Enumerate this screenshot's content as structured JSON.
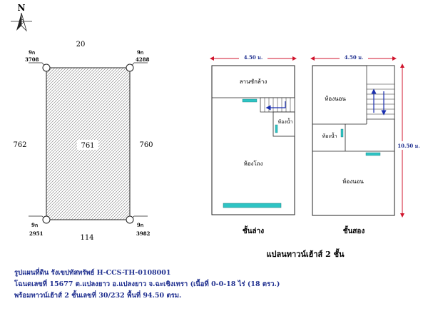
{
  "compass": {
    "label": "N"
  },
  "site_plan": {
    "plot_number": "761",
    "neighbors": {
      "top": "20",
      "left": "762",
      "right": "760",
      "bottom": "114"
    },
    "corners": [
      {
        "label": "9ก",
        "number": "3708"
      },
      {
        "label": "9ก",
        "number": "4288"
      },
      {
        "label": "9ก",
        "number": "2951"
      },
      {
        "label": "9ก",
        "number": "3982"
      }
    ]
  },
  "floor_plan": {
    "width_label": "4.50 ม.",
    "depth_label": "10.50 ม.",
    "ground_floor": {
      "caption": "ชั้นล่าง",
      "rooms": {
        "laundry": "ลานซักล้าง",
        "bathroom": "ห้องน้ำ",
        "hall": "ห้องโถง"
      }
    },
    "second_floor": {
      "caption": "ชั้นสอง",
      "rooms": {
        "bedroom_front": "ห้องนอน",
        "bathroom": "ห้องน้ำ",
        "bedroom_back": "ห้องนอน"
      }
    },
    "title": "แปลนทาวน์เฮ้าส์ 2 ชั้น"
  },
  "captions": [
    "รูปแผนที่ดิน  รังเขปทัสทรัพย์ H-CCS-TH-0108001",
    "โฉนดเลขที่ 15677 ต.แปลงยาว อ.แปลงยาว  จ.ฉะเชิงเทรา  (เนื้อที่ 0-0-18 ไร่ (18 ตรว.)",
    "พร้อมทาวน์เฮ้าส์ 2 ชั้นเลขที่ 30/232 พื้นที่ 94.50 ตรม."
  ],
  "colors": {
    "dimension": "#d0142c",
    "stair_arrow": "#1a2fb0",
    "window": "#2ec4c4",
    "caption": "#1f2f8f"
  }
}
